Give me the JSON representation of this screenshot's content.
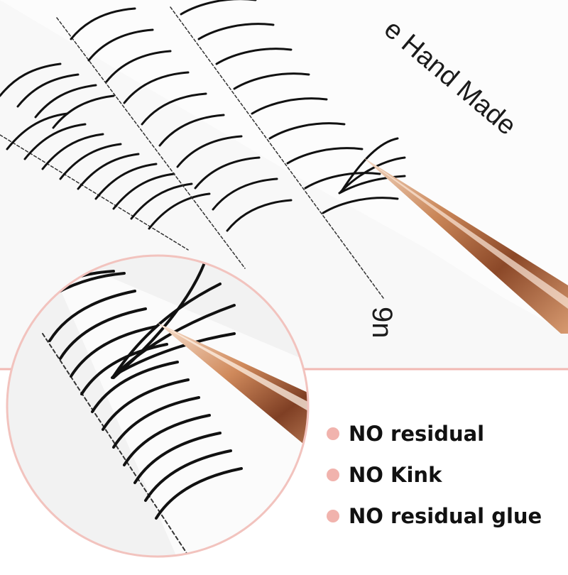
{
  "photo": {
    "rotated_caption": "e Hand Made",
    "size_label": "9n"
  },
  "features": [
    {
      "text": "NO residual"
    },
    {
      "text": "NO Kink"
    },
    {
      "text": "NO residual glue"
    }
  ],
  "colors": {
    "bullet": "#f1b3ad",
    "divider": "#f1b9b3",
    "magnifier_ring": "#f2c3be",
    "tweezer": "#b8734b"
  }
}
